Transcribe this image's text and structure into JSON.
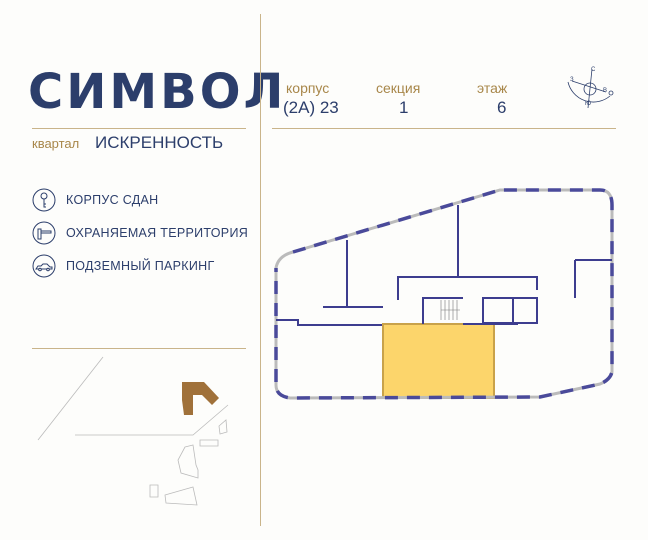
{
  "brand": {
    "logo": "СИМВОЛ",
    "district_label": "квартал",
    "district_name": "ИСКРЕННОСТЬ"
  },
  "features": [
    {
      "icon": "key-icon",
      "label": "КОРПУС СДАН"
    },
    {
      "icon": "barrier-icon",
      "label": "ОХРАНЯЕМАЯ ТЕРРИТОРИЯ"
    },
    {
      "icon": "car-icon",
      "label": "ПОДЗЕМНЫЙ ПАРКИНГ"
    }
  ],
  "info": {
    "building_label": "корпус",
    "building_value": "(2А) 23",
    "section_label": "секция",
    "section_value": "1",
    "floor_label": "этаж",
    "floor_value": "6"
  },
  "compass": {
    "n": "С",
    "s": "Ю",
    "e": "В",
    "w": "З"
  },
  "colors": {
    "navy": "#2c3e6b",
    "gold": "#a8874a",
    "wall": "#3d3d8f",
    "highlight": "#fcd56b",
    "site_building": "#a0713a"
  }
}
